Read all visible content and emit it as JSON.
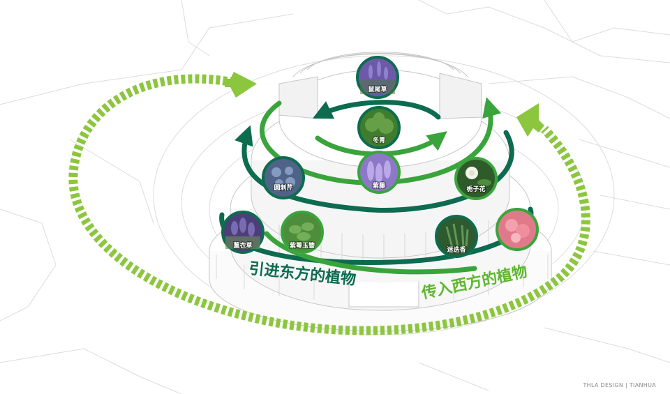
{
  "colors": {
    "dark_green": "#0d6b4f",
    "mid_green": "#3aa43c",
    "lime": "#8cc63f",
    "line_gray": "#d4d4d4"
  },
  "route_labels": {
    "east": "引进东方的植物",
    "west": "传入西方的植物"
  },
  "plants": [
    {
      "id": "shuweicao",
      "name": "鼠尾草",
      "fill": "#6c5aa8",
      "ring": "#0d6b4f"
    },
    {
      "id": "dongqing",
      "name": "冬青",
      "fill": "#3f7d2c",
      "ring": "#0d6b4f"
    },
    {
      "id": "zijing",
      "name": "紫藤",
      "fill": "#8d78c8",
      "ring": "#3aa43c"
    },
    {
      "id": "ciyuanqin",
      "name": "圆刺芹",
      "fill": "#4d6487",
      "ring": "#0d6b4f"
    },
    {
      "id": "zhizihua",
      "name": "栀子花",
      "fill": "#2f5b2a",
      "ring": "#3aa43c"
    },
    {
      "id": "xunyicao",
      "name": "薰衣草",
      "fill": "#4b3f7a",
      "ring": "#0d6b4f"
    },
    {
      "id": "ziyezhuzan",
      "name": "紫萼玉簪",
      "fill": "#4e8d3b",
      "ring": "#3aa43c"
    },
    {
      "id": "midiexiang",
      "name": "迷迭香",
      "fill": "#2e5a2f",
      "ring": "#0d6b4f"
    },
    {
      "id": "pink",
      "name": "",
      "fill": "#e07a8a",
      "ring": "#3aa43c"
    }
  ],
  "credit": "THLA DESIGN | TIANHUA"
}
